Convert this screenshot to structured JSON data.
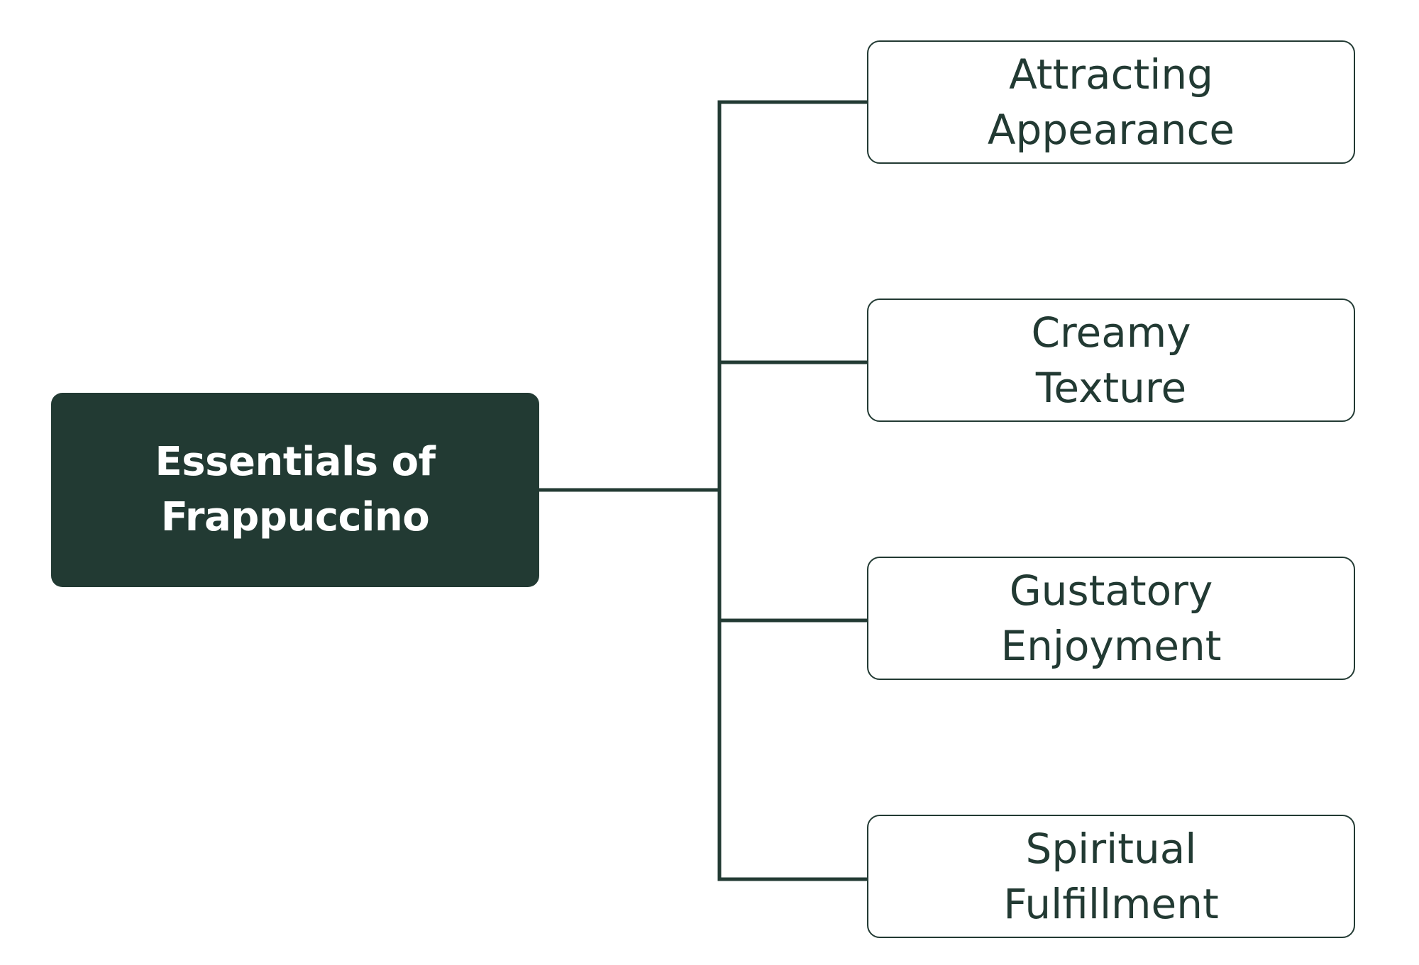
{
  "diagram": {
    "root": {
      "label": "Essentials of\nFrappuccino"
    },
    "children": [
      {
        "label": "Attracting\nAppearance"
      },
      {
        "label": "Creamy\nTexture"
      },
      {
        "label": "Gustatory\nEnjoyment"
      },
      {
        "label": "Spiritual\nFulfillment"
      }
    ]
  },
  "colors": {
    "primary": "#223a33",
    "root_text": "#ffffff",
    "child_text": "#223a33",
    "background": "#ffffff"
  }
}
